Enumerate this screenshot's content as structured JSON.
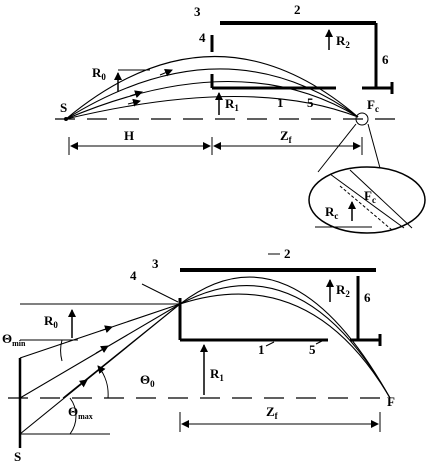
{
  "top": {
    "labels": {
      "n3": "3",
      "n2": "2",
      "n4": "4",
      "n6": "6",
      "n1": "1",
      "n5": "5",
      "S": "S",
      "R0": "R",
      "R0_sub": "0",
      "R1": "R",
      "R1_sub": "1",
      "R2": "R",
      "R2_sub": "2",
      "Fc": "F",
      "Fc_sub": "c",
      "H": "H",
      "Zf": "Z",
      "Zf_sub": "f"
    },
    "inset": {
      "Rc": "R",
      "Rc_sub": "c",
      "Fc": "F",
      "Fc_sub": "c"
    }
  },
  "bottom": {
    "labels": {
      "n3": "3",
      "n4": "4",
      "n2": "2",
      "n6": "6",
      "n1": "1",
      "n5": "5",
      "S": "S",
      "R0": "R",
      "R0_sub": "0",
      "R1": "R",
      "R1_sub": "1",
      "R2": "R",
      "R2_sub": "2",
      "theta_min": "Θ",
      "theta_min_sub": "min",
      "theta_max": "Θ",
      "theta_max_sub": "max",
      "theta0": "Θ",
      "theta0_sub": "0",
      "F": "F",
      "Zf": "Z",
      "Zf_sub": "f"
    }
  }
}
